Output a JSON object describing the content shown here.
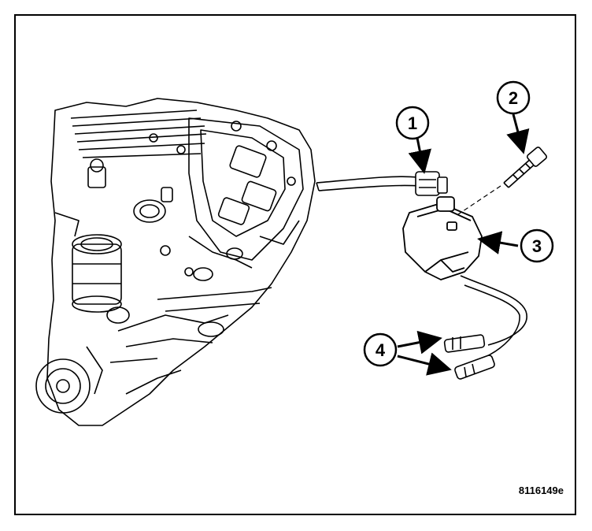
{
  "figure": {
    "id": "8116149e",
    "callouts": [
      {
        "num": "1"
      },
      {
        "num": "2"
      },
      {
        "num": "3"
      },
      {
        "num": "4"
      }
    ]
  },
  "colors": {
    "line": "#000000",
    "background": "#ffffff"
  }
}
